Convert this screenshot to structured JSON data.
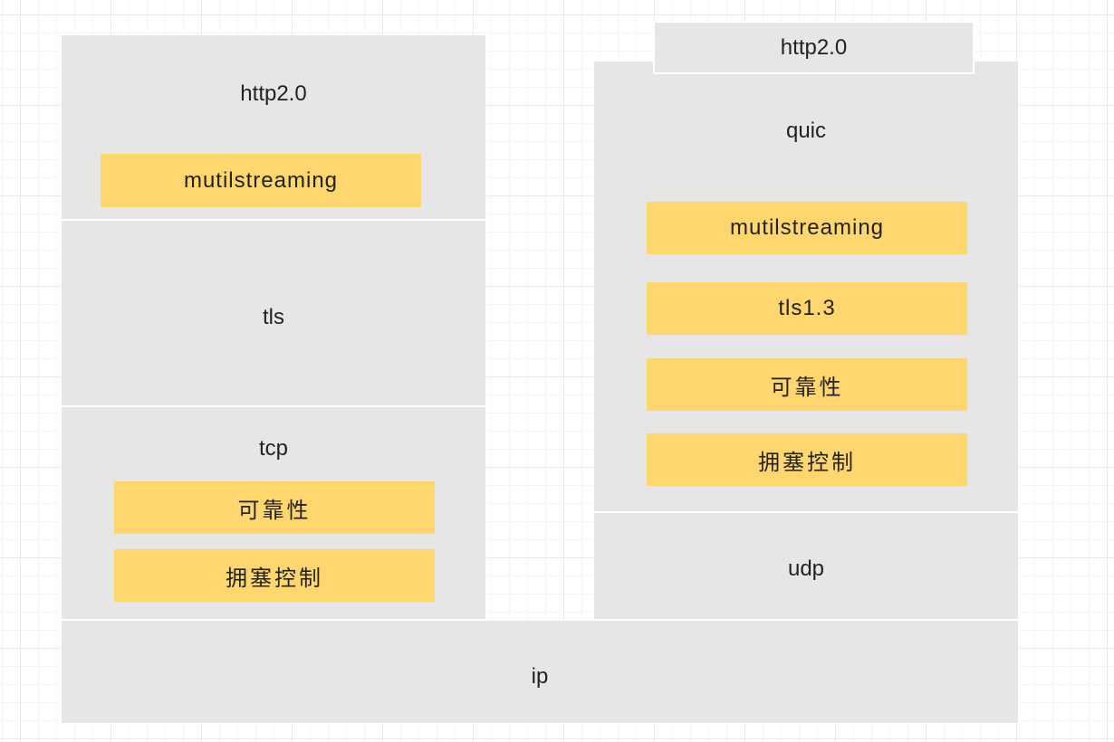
{
  "left_stack": {
    "http": {
      "label": "http2.0",
      "feature": "mutilstreaming"
    },
    "tls": {
      "label": "tls"
    },
    "tcp": {
      "label": "tcp",
      "features": [
        "可靠性",
        "拥塞控制"
      ]
    }
  },
  "right_stack": {
    "http": {
      "label": "http2.0"
    },
    "quic": {
      "label": "quic",
      "features": [
        "mutilstreaming",
        "tls1.3",
        "可靠性",
        "拥塞控制"
      ]
    },
    "udp": {
      "label": "udp"
    }
  },
  "base": {
    "label": "ip"
  },
  "colors": {
    "block_fill": "#e6e6e6",
    "feature_fill": "#ffd76e",
    "text": "#222222",
    "grid": "#e9e9e9"
  }
}
